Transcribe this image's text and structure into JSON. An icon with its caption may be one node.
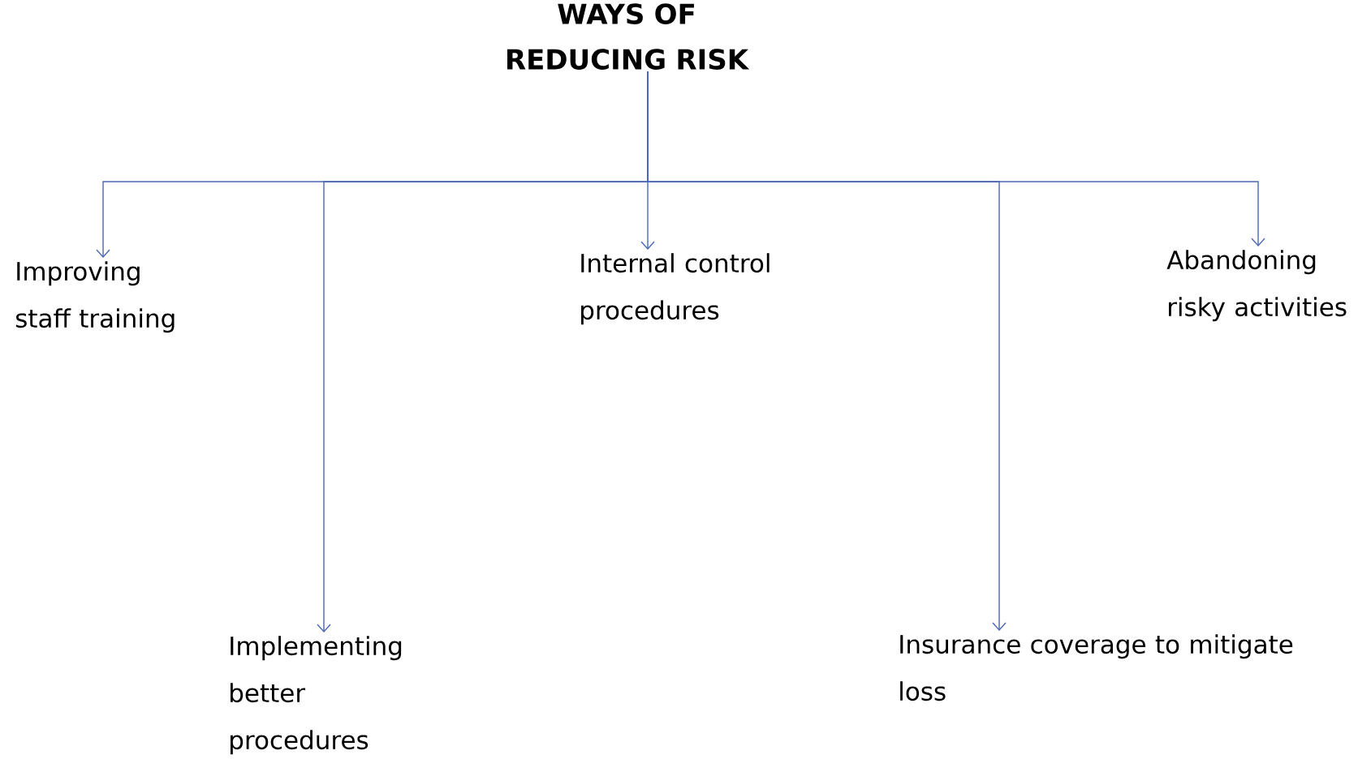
{
  "diagram": {
    "nodes": [
      {
        "text": [
          "WAYS OF REDUCING RISK"
        ]
      },
      {
        "text": [
          "Improving staff training"
        ]
      },
      {
        "text": [
          "Implementing better procedures"
        ]
      },
      {
        "text": [
          "Internal control procedures"
        ]
      },
      {
        "text": [
          "Insurance coverage to mitigate loss"
        ]
      },
      {
        "text": [
          "Abandoning risky activities"
        ]
      }
    ],
    "edges": [
      {
        "from": 0,
        "to": 1,
        "arrow": "to"
      },
      {
        "from": 0,
        "to": 2,
        "arrow": "to"
      },
      {
        "from": 0,
        "to": 3,
        "arrow": "to"
      },
      {
        "from": 0,
        "to": 4,
        "arrow": "to"
      },
      {
        "from": 0,
        "to": 5,
        "arrow": "to"
      }
    ]
  }
}
